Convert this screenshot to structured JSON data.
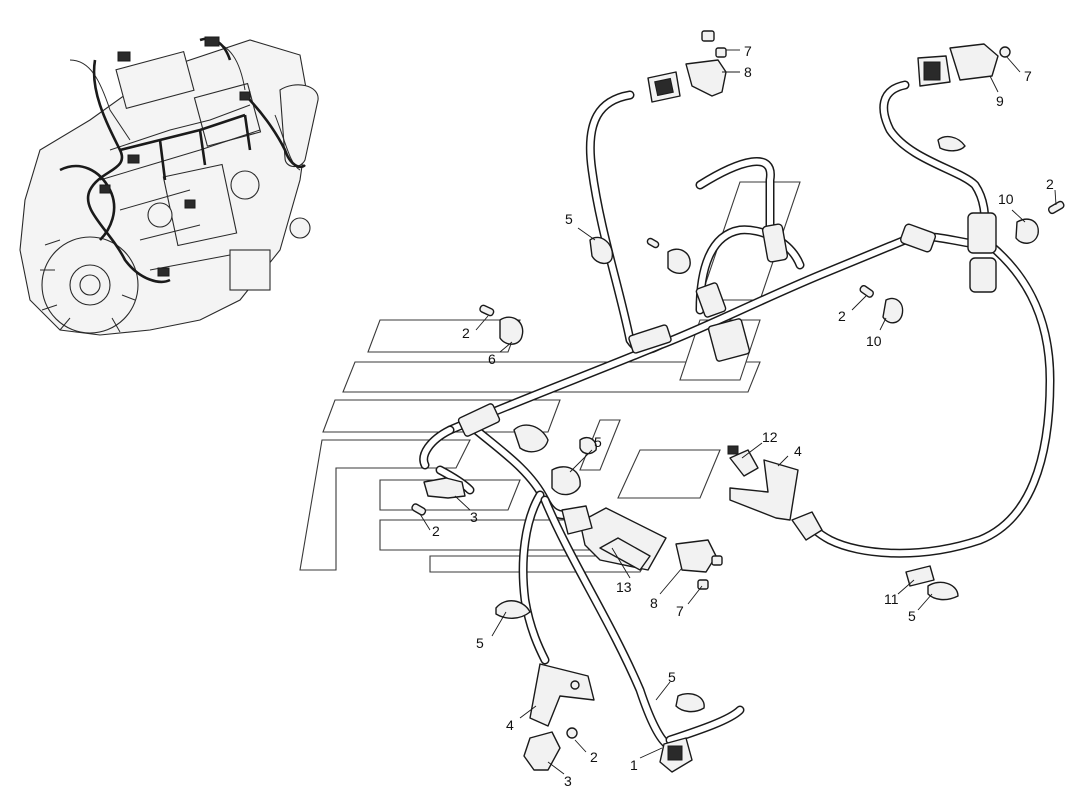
{
  "callouts": [
    {
      "id": "c7a",
      "label": "7"
    },
    {
      "id": "c8a",
      "label": "8"
    },
    {
      "id": "c7b",
      "label": "7"
    },
    {
      "id": "c9",
      "label": "9"
    },
    {
      "id": "c2a",
      "label": "2"
    },
    {
      "id": "c10a",
      "label": "10"
    },
    {
      "id": "c5a",
      "label": "5"
    },
    {
      "id": "c2b",
      "label": "2"
    },
    {
      "id": "c10b",
      "label": "10"
    },
    {
      "id": "c2c",
      "label": "2"
    },
    {
      "id": "c6",
      "label": "6"
    },
    {
      "id": "c5b",
      "label": "5"
    },
    {
      "id": "c12",
      "label": "12"
    },
    {
      "id": "c4a",
      "label": "4"
    },
    {
      "id": "c3a",
      "label": "3"
    },
    {
      "id": "c2d",
      "label": "2"
    },
    {
      "id": "c13",
      "label": "13"
    },
    {
      "id": "c8b",
      "label": "8"
    },
    {
      "id": "c7c",
      "label": "7"
    },
    {
      "id": "c11",
      "label": "11"
    },
    {
      "id": "c5c",
      "label": "5"
    },
    {
      "id": "c5d",
      "label": "5"
    },
    {
      "id": "c5e",
      "label": "5"
    },
    {
      "id": "c4b",
      "label": "4"
    },
    {
      "id": "c2e",
      "label": "2"
    },
    {
      "id": "c3b",
      "label": "3"
    },
    {
      "id": "c1",
      "label": "1"
    }
  ]
}
